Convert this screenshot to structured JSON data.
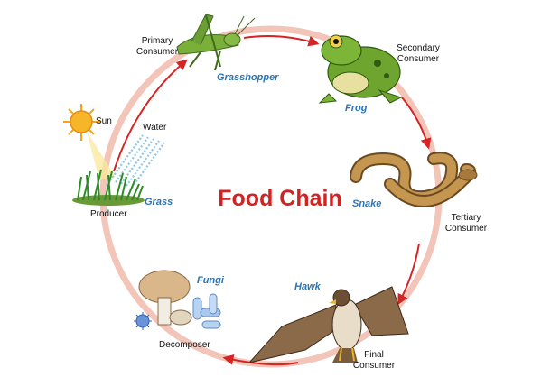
{
  "title": "Food Chain",
  "colors": {
    "title": "#d32222",
    "organism": "#2c74b3",
    "arrow": "#d62424",
    "ring": "#f3c4b8"
  },
  "labels": {
    "sun": "Sun",
    "water": "Water",
    "producer": "Producer",
    "primary_consumer": [
      "Primary",
      "Consumer"
    ],
    "secondary_consumer": [
      "Secondary",
      "Consumer"
    ],
    "tertiary_consumer": [
      "Tertiary",
      "Consumer"
    ],
    "final_consumer": [
      "Final",
      "Consumer"
    ],
    "decomposer": "Decomposer"
  },
  "organisms": {
    "grass": "Grass",
    "grasshopper": "Grasshopper",
    "frog": "Frog",
    "snake": "Snake",
    "hawk": "Hawk",
    "fungi": "Fungi"
  },
  "icons": [
    "sun-icon",
    "water-rays",
    "grass-icon",
    "grasshopper-icon",
    "frog-icon",
    "snake-icon",
    "hawk-icon",
    "fungi-icon"
  ]
}
